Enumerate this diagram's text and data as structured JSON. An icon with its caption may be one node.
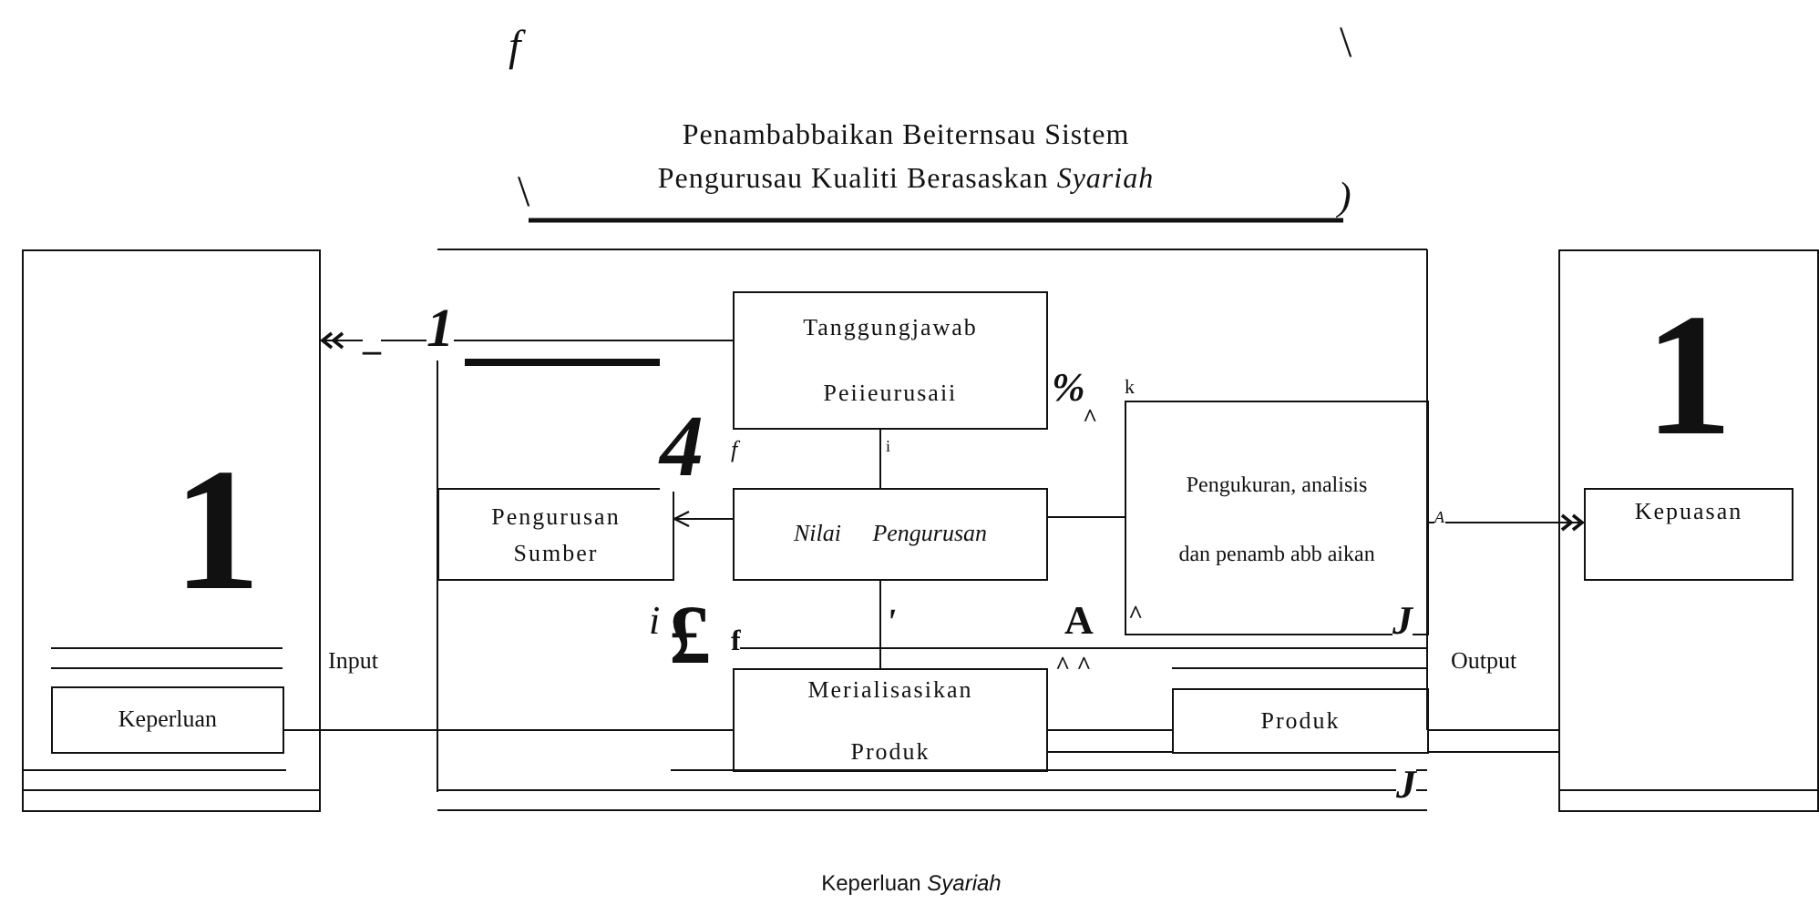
{
  "diagram": {
    "title": "Penambabbaikan Beiternsau Sistem Pengurusau Kualiti Berasaskan *Syariah*",
    "caption": "Keperluan *Syariah*",
    "nodes": [
      {
        "text": [
          "1"
        ]
      },
      {
        "text": [
          "Keperluan"
        ],
        "in": 0
      },
      {
        "text": [
          "Tanggungjawab Peiieurusaii"
        ]
      },
      {
        "text": [
          "Pengurusan Sumber"
        ]
      },
      {
        "text": [
          "Nilai Pengurusan"
        ]
      },
      {
        "text": [
          "Merialisasikan Produk"
        ]
      },
      {
        "text": [
          "Pengukuran, analisis dan penamb abb aikan"
        ]
      },
      {
        "text": [
          "Produk"
        ]
      },
      {
        "text": [
          "1"
        ]
      },
      {
        "text": [
          "Kepuasan"
        ],
        "in": 8
      }
    ],
    "edges": [
      {
        "from": 2,
        "to": 0,
        "arrow": "to"
      },
      {
        "from": 4,
        "to": 3,
        "arrow": "to"
      },
      {
        "from": 2,
        "to": 4,
        "arrow": "none"
      },
      {
        "from": 4,
        "to": 5,
        "arrow": "none"
      },
      {
        "from": 4,
        "to": 6,
        "arrow": "none"
      },
      {
        "from": 1,
        "to": 5,
        "arrow": "none"
      },
      {
        "from": 5,
        "to": 7,
        "arrow": "none"
      },
      {
        "from": 7,
        "to": 8,
        "arrow": "none"
      },
      {
        "from": 6,
        "to": 9,
        "arrow": "to"
      }
    ],
    "labels": [
      "f",
      "\\",
      "\\",
      ")",
      "_",
      "1",
      "4",
      "f",
      "i",
      "%",
      "^",
      "k",
      "i",
      "£",
      "f",
      "'",
      "A",
      "^",
      "J",
      "Input",
      "^ ^",
      "Output",
      "A",
      "J"
    ]
  }
}
